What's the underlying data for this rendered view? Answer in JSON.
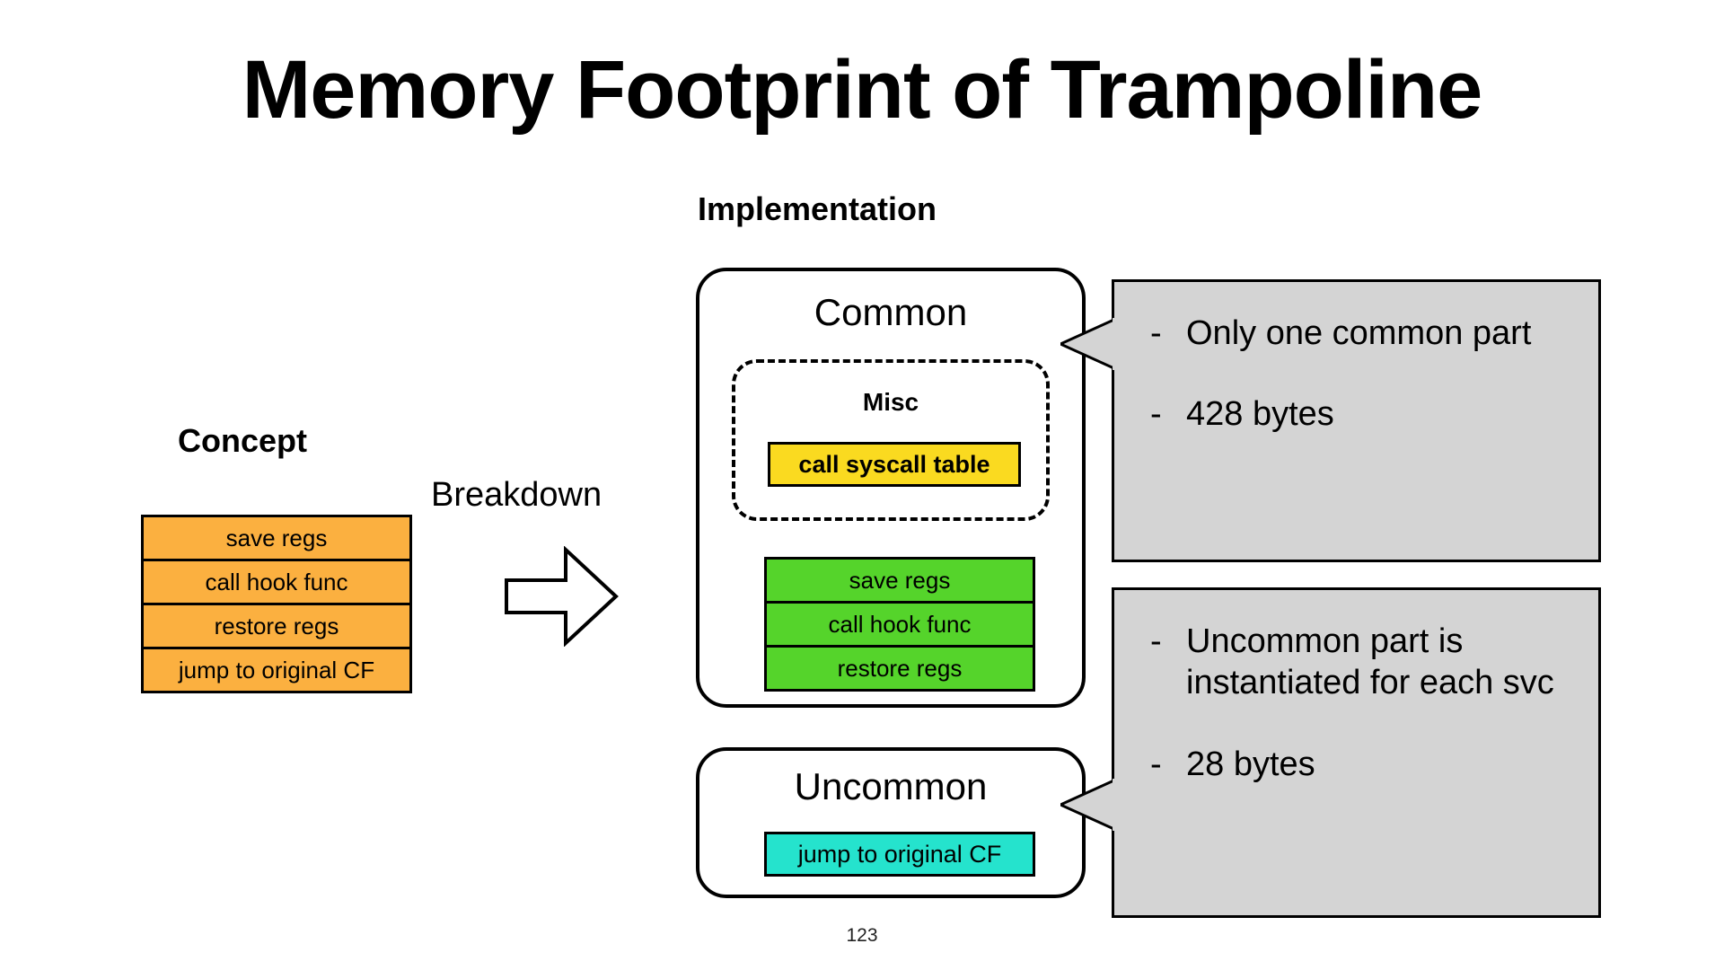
{
  "slide": {
    "title": "Memory Footprint of Trampoline",
    "page_number": "123"
  },
  "concept": {
    "heading": "Concept",
    "color": "#fbb040",
    "rows": [
      {
        "label": "save regs"
      },
      {
        "label": "call hook func"
      },
      {
        "label": "restore regs"
      },
      {
        "label": "jump to original CF"
      }
    ]
  },
  "transition": {
    "label": "Breakdown",
    "arrow_icon": "arrow-right-icon"
  },
  "implementation": {
    "heading": "Implementation",
    "common": {
      "title": "Common",
      "misc": {
        "title": "Misc",
        "item": "call syscall table",
        "item_color": "#fada20"
      },
      "rows": [
        {
          "label": "save regs"
        },
        {
          "label": "call hook func"
        },
        {
          "label": "restore regs"
        }
      ],
      "row_color": "#55d42b"
    },
    "uncommon": {
      "title": "Uncommon",
      "item": "jump to original CF",
      "item_color": "#25e3cd"
    }
  },
  "callouts": [
    {
      "id": "common-note",
      "background": "#d4d4d4",
      "items": [
        {
          "bullet": "-",
          "text": "Only one common part"
        },
        {
          "bullet": "-",
          "text": "428 bytes"
        }
      ]
    },
    {
      "id": "uncommon-note",
      "background": "#d4d4d4",
      "items": [
        {
          "bullet": "-",
          "text": "Uncommon part is instantiated for each svc"
        },
        {
          "bullet": "-",
          "text": "28 bytes"
        }
      ]
    }
  ]
}
